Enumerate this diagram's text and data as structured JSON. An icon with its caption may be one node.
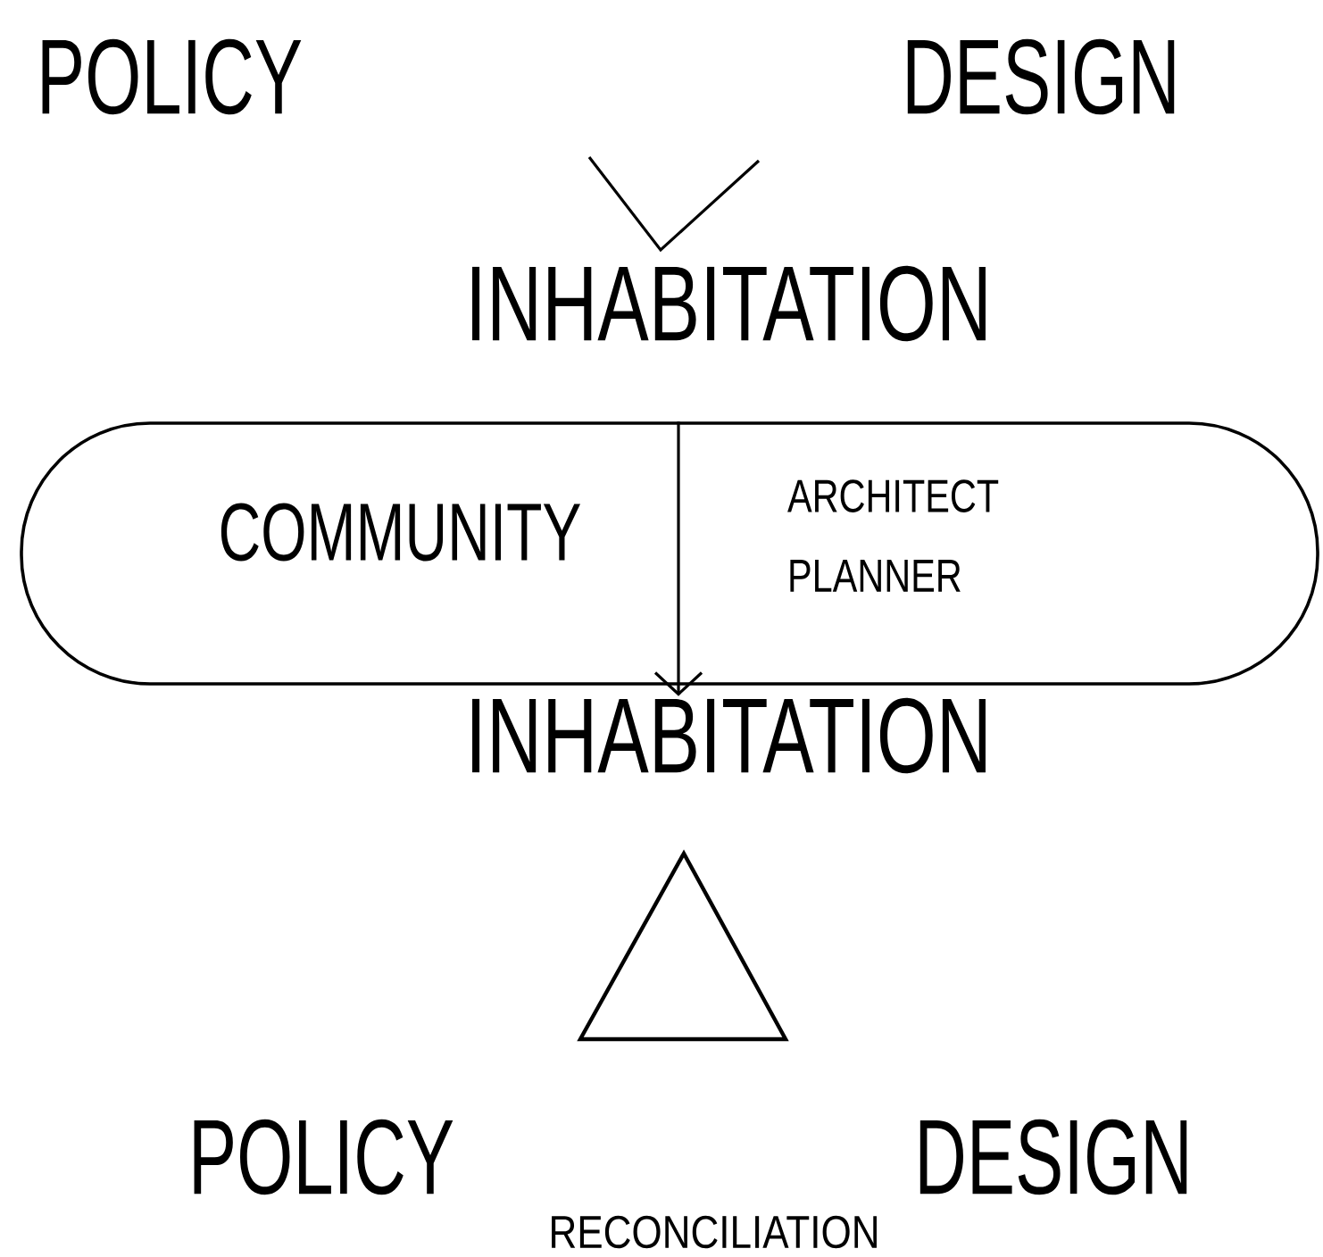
{
  "diagram": {
    "nodes": [
      {
        "text": [
          "POLICY"
        ]
      },
      {
        "text": [
          "DESIGN"
        ]
      },
      {
        "text": [
          "INHABITATION"
        ]
      },
      {
        "text": [
          "COMMUNITY",
          "ARCHITECT PLANNER"
        ]
      },
      {
        "text": [
          "INHABITATION"
        ]
      },
      {
        "text": [],
        "shape": "triangle"
      },
      {
        "text": [
          "POLICY"
        ]
      },
      {
        "text": [
          "DESIGN"
        ]
      }
    ],
    "edges": [
      {
        "from": 3,
        "to": 4,
        "arrow": "to"
      }
    ],
    "labels": [
      "RECONCILIATION"
    ]
  }
}
